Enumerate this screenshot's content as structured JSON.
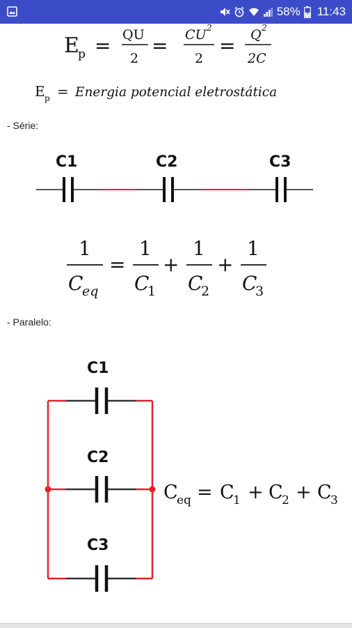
{
  "status_bar": {
    "battery_percent": "58%",
    "time": "11:43",
    "icons": [
      "gallery-icon",
      "mute-icon",
      "alarm-icon",
      "wifi-icon",
      "signal-icon",
      "battery-icon"
    ],
    "background": "#3c4cc8"
  },
  "formulas": {
    "energy": {
      "lhs": "E",
      "lhs_sub": "p",
      "frac1_num": "QU",
      "frac1_den": "2",
      "frac2_num": "CU",
      "frac2_num_sup": "2",
      "frac2_den": "2",
      "frac3_num": "Q",
      "frac3_num_sup": "2",
      "frac3_den": "2C"
    },
    "energy_def": {
      "lhs": "E",
      "lhs_sub": "p",
      "text": "Energia potencial eletrostática"
    }
  },
  "series": {
    "label": "- Série:",
    "capacitors": [
      "C1",
      "C2",
      "C3"
    ],
    "equation": {
      "one": "1",
      "ceq": "C",
      "ceq_sub": "eq",
      "c": "C",
      "subs": [
        "1",
        "2",
        "3"
      ]
    }
  },
  "parallel": {
    "label": "- Paralelo:",
    "capacitors": [
      "C1",
      "C2",
      "C3"
    ],
    "equation": {
      "ceq": "C",
      "ceq_sub": "eq",
      "c": "C",
      "subs": [
        "1",
        "2",
        "3"
      ]
    }
  },
  "colors": {
    "wire_red": "#e8202a",
    "wire_gray": "#555555"
  }
}
